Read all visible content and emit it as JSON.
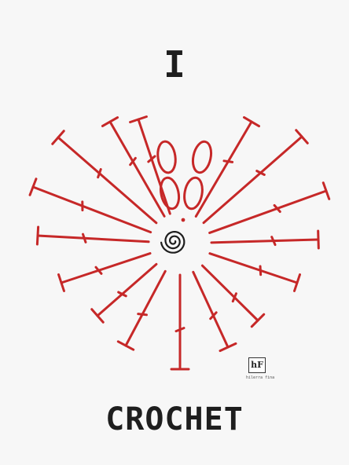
{
  "headline_top": "I",
  "headline_bottom": "CROCHET",
  "logo": {
    "mark": "hF",
    "caption": "hilerra fina"
  },
  "colors": {
    "background": "#f7f7f7",
    "stitch_red": "#c62828",
    "ink": "#1e1e1e"
  },
  "symbols": {
    "center": "magic-ring-icon",
    "ovals": "chain-stitch-icon",
    "dot": "slip-stitch-icon",
    "rays": "double-crochet-icon"
  },
  "counts": {
    "chain_ovals": 4,
    "stitch_rays": 16
  }
}
